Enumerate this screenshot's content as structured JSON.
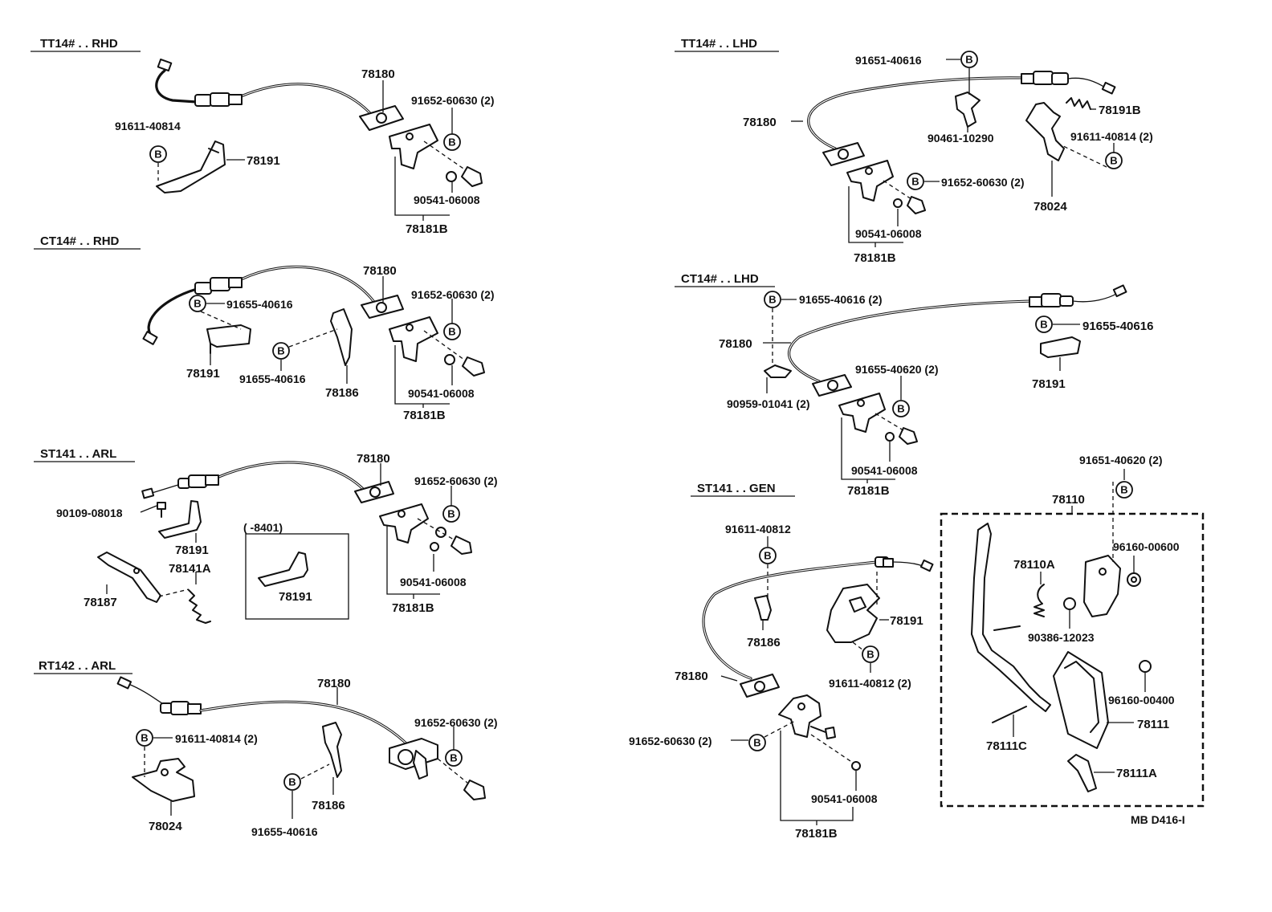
{
  "sections": {
    "tt14_rhd": "TT14# . . RHD",
    "ct14_rhd": "CT14# . . RHD",
    "st141_arl": "ST141 . . ARL",
    "rt142_arl": "RT142 . . ARL",
    "tt14_lhd": "TT14# . . LHD",
    "ct14_lhd": "CT14# . . LHD",
    "st141_gen": "ST141 . . GEN"
  },
  "bolt_symbol": "B",
  "labels": {
    "s1_cable": "78180",
    "s1_bolt": "91652-60630 (2)",
    "s1_bolt2": "91611-40814",
    "s1_bracket": "78191",
    "s1_clip": "90541-06008",
    "s1_assy": "78181B",
    "s2_cable": "78180",
    "s2_bolt": "91652-60630 (2)",
    "s2_bolt_a": "91655-40616",
    "s2_bracket": "78191",
    "s2_bolt_b": "91655-40616",
    "s2_lever": "78186",
    "s2_clip": "90541-06008",
    "s2_assy": "78181B",
    "s3_cable": "78180",
    "s3_bolt": "91652-60630 (2)",
    "s3_screw": "90109-08018",
    "s3_bracket": "78191",
    "s3_spring": "78141A",
    "s3_arm": "78187",
    "s3_inset": "(        -8401)",
    "s3_inset_part": "78191",
    "s3_clip": "90541-06008",
    "s3_assy": "78181B",
    "s4_cable": "78180",
    "s4_bolt": "91652-60630 (2)",
    "s4_bolt_a": "91611-40814 (2)",
    "s4_bracket": "78024",
    "s4_bolt_b": "91655-40616",
    "s4_lever": "78186",
    "s5_bolt_top": "91651-40616",
    "s5_cable": "78180",
    "s5_clamp": "90461-10290",
    "s5_spring": "78191B",
    "s5_bolt_r": "91611-40814 (2)",
    "s5_bracket": "78024",
    "s5_bolt": "91652-60630 (2)",
    "s5_clip": "90541-06008",
    "s5_assy": "78181B",
    "s6_bolt_a": "91655-40616 (2)",
    "s6_cable": "78180",
    "s6_bolt_b": "91655-40616",
    "s6_bracket": "78191",
    "s6_bolt_c": "91655-40620 (2)",
    "s6_clamp": "90959-01041 (2)",
    "s6_clip": "90541-06008",
    "s6_assy": "78181B",
    "s7_bolt_a": "91611-40812",
    "s7_lever": "78186",
    "s7_bracket": "78191",
    "s7_bolt_b": "91611-40812 (2)",
    "s7_cable": "78180",
    "s7_bolt_c": "91652-60630 (2)",
    "s7_clip": "90541-06008",
    "s7_assy": "78181B",
    "p_bolt": "91651-40620 (2)",
    "p_assy": "78110",
    "p_nut": "96160-00600",
    "p_spring": "78110A",
    "p_bushing": "90386-12023",
    "p_nut2": "96160-00400",
    "p_pad": "78111",
    "p_pin": "78111C",
    "p_stopper": "78111A"
  },
  "footer_code": "MB  D416-I"
}
